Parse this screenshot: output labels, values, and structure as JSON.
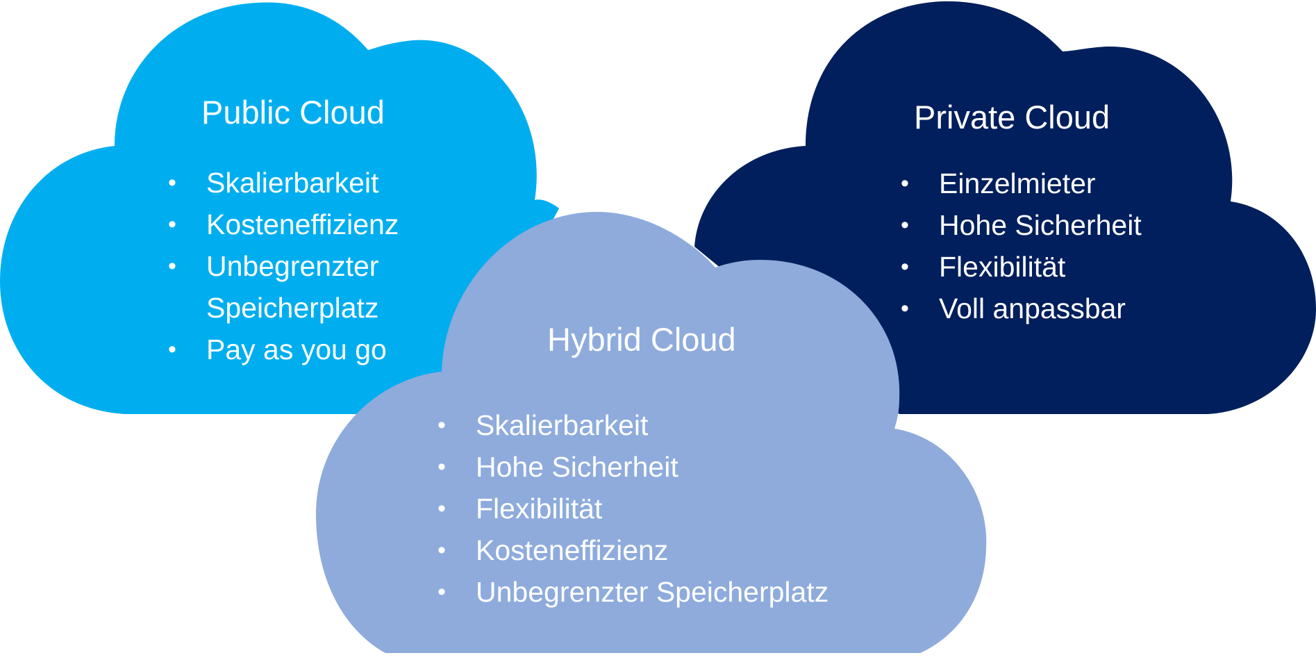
{
  "colors": {
    "public": "#00aeef",
    "private": "#001f5c",
    "hybrid": "#8eabdc",
    "text": "#ffffff",
    "background": "#ffffff"
  },
  "public_cloud": {
    "title": "Public Cloud",
    "items": [
      "Skalierbarkeit",
      "Kosteneffizienz",
      "Unbegrenzter Speicherplatz",
      "Pay as you go"
    ]
  },
  "private_cloud": {
    "title": "Private Cloud",
    "items": [
      "Einzelmieter",
      "Hohe Sicherheit",
      "Flexibilität",
      "Voll anpassbar"
    ]
  },
  "hybrid_cloud": {
    "title": "Hybrid Cloud",
    "items": [
      "Skalierbarkeit",
      "Hohe Sicherheit",
      "Flexibilität",
      "Kosteneffizienz",
      "Unbegrenzter Speicherplatz"
    ]
  }
}
